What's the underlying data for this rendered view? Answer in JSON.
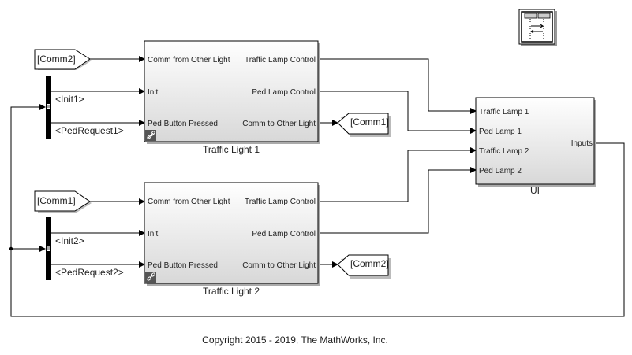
{
  "diagram": {
    "footer": "Copyright 2015 - 2019, The MathWorks, Inc.",
    "blocks": {
      "tl1": {
        "name": "Traffic Light 1",
        "inputs": [
          "Comm from Other Light",
          "Init",
          "Ped Button  Pressed"
        ],
        "outputs": [
          "Traffic Lamp Control",
          "Ped Lamp Control",
          "Comm to Other Light"
        ]
      },
      "tl2": {
        "name": "Traffic Light 2",
        "inputs": [
          "Comm from Other Light",
          "Init",
          "Ped Button  Pressed"
        ],
        "outputs": [
          "Traffic Lamp Control",
          "Ped Lamp Control",
          "Comm to Other Light"
        ]
      },
      "ui": {
        "name": "UI",
        "inputs": [
          "Traffic Lamp 1",
          "Ped Lamp 1",
          "Traffic Lamp 2",
          "Ped Lamp 2"
        ],
        "outputs": [
          "Inputs"
        ]
      }
    },
    "from_tags": {
      "tl1": "[Comm2]",
      "tl2": "[Comm1]"
    },
    "goto_tags": {
      "tl1": "[Comm1]",
      "tl2": "[Comm2]"
    },
    "bus_signals": {
      "tl1": [
        "<Init1>",
        "<PedRequest1>"
      ],
      "tl2": [
        "<Init2>",
        "<PedRequest2>"
      ]
    },
    "icons": {
      "link": "link-icon",
      "sequence": "sequence-viewer-icon"
    }
  }
}
